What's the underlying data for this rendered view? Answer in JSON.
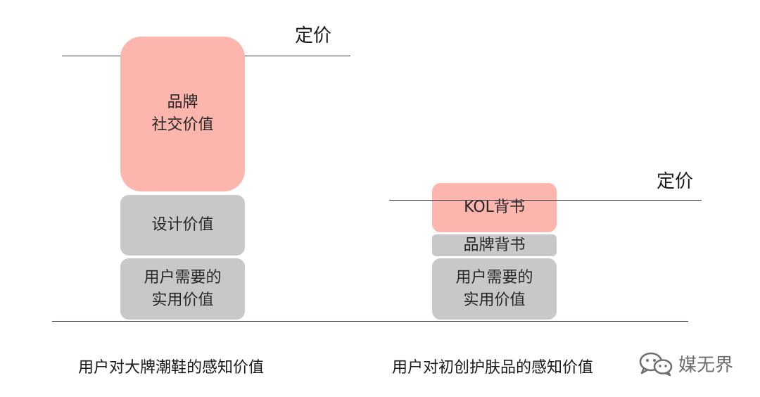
{
  "left_diagram": {
    "price_label": "定价",
    "blocks": {
      "brand_social": "品牌\n社交价值",
      "design": "设计价值",
      "practical": "用户需要的\n实用价值"
    },
    "caption": "用户对大牌潮鞋的感知价值"
  },
  "right_diagram": {
    "price_label": "定价",
    "blocks": {
      "kol": "KOL背书",
      "brand_endorse": "品牌背书",
      "practical": "用户需要的\n实用价值"
    },
    "caption": "用户对初创护肤品的感知价值"
  },
  "watermark": {
    "text": "媒无界",
    "icon": "wechat-icon"
  },
  "colors": {
    "pink_block": "#fdb6ae",
    "gray_block": "#c8c8c8",
    "line": "#3a3f55"
  }
}
